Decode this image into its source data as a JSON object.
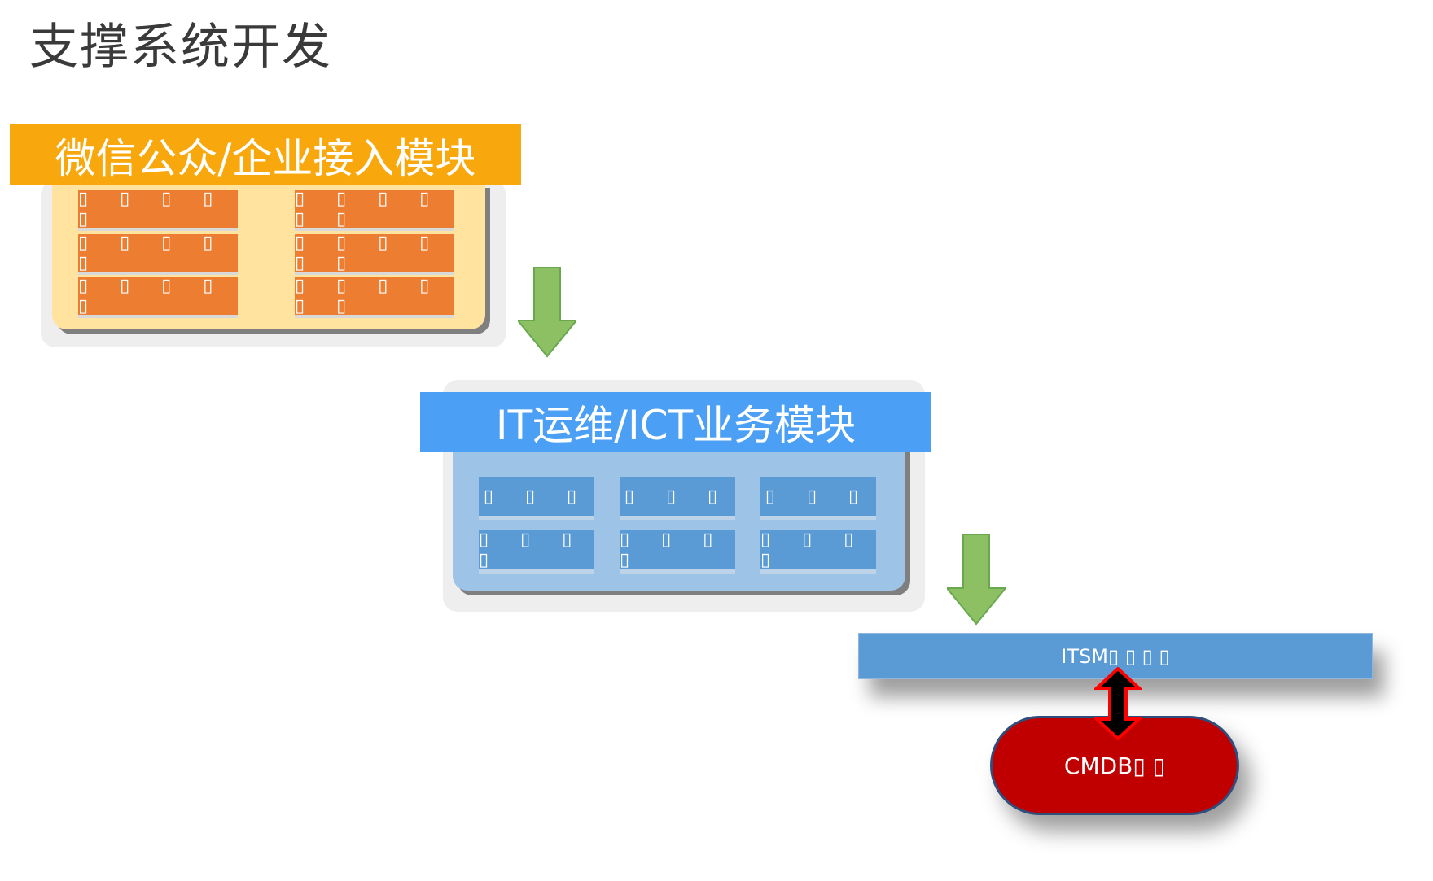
{
  "title": "支撑系统开发",
  "wechat_module": {
    "header": "微信公众/企业接入模块",
    "items": [
      "▯ ▯ ▯ ▯ ▯",
      "▯ ▯ ▯ ▯ ▯",
      "▯ ▯ ▯ ▯ ▯",
      "▯ ▯ ▯ ▯ ▯ ▯",
      "▯ ▯ ▯ ▯ ▯ ▯",
      "▯ ▯ ▯ ▯ ▯ ▯"
    ]
  },
  "itops_module": {
    "header": "IT运维/ICT业务模块",
    "items": [
      "▯ ▯ ▯",
      "▯ ▯ ▯",
      "▯ ▯ ▯",
      "▯ ▯ ▯ ▯",
      "▯ ▯ ▯ ▯",
      "▯ ▯ ▯ ▯"
    ]
  },
  "itsm": {
    "label": "ITSM▯ ▯ ▯ ▯"
  },
  "cmdb": {
    "label": "CMDB▯ ▯"
  },
  "colors": {
    "orange_header": "#f8a80c",
    "orange_item": "#ed7d31",
    "light_yellow": "#ffe39f",
    "blue_header": "#4b9ff5",
    "blue_item": "#5b9bd5",
    "light_blue": "#9dc3e6",
    "green_arrow": "#8cc063",
    "cmdb_red": "#c00000"
  }
}
